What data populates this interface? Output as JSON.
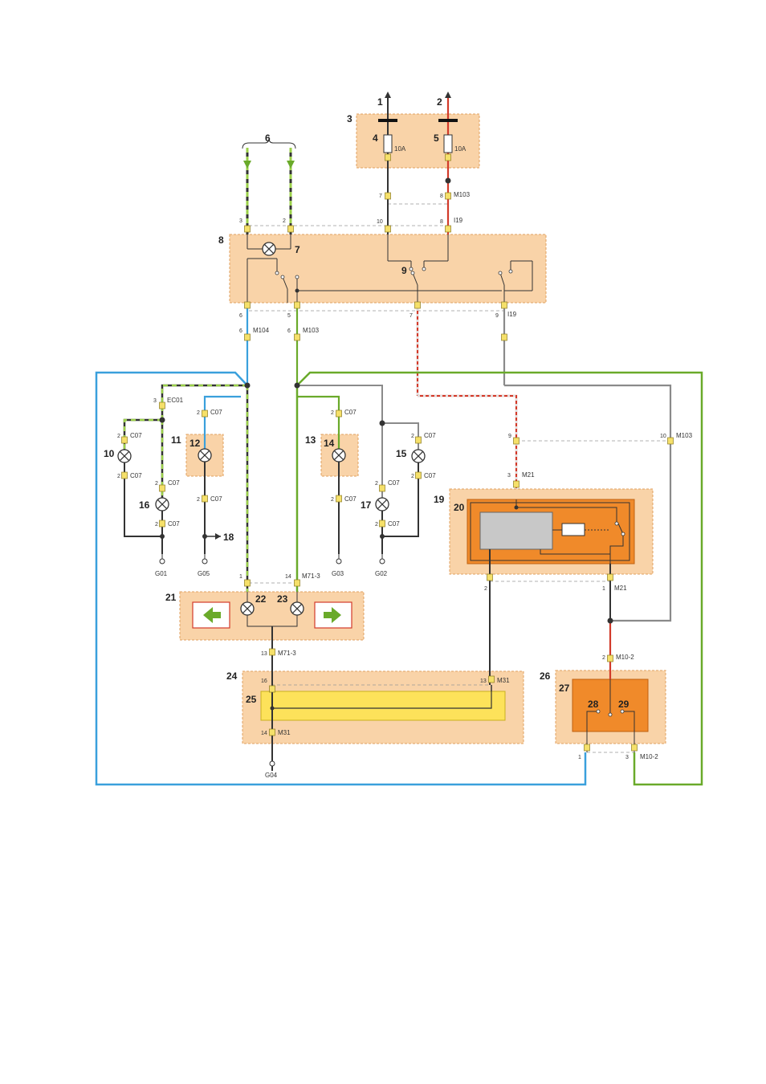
{
  "numbers": {
    "n1": "1",
    "n2": "2",
    "n3": "3",
    "n4": "4",
    "n5": "5",
    "n6": "6",
    "n7": "7",
    "n8": "8",
    "n9": "9",
    "n10": "10",
    "n11": "11",
    "n12": "12",
    "n13": "13",
    "n14": "14",
    "n15": "15",
    "n16": "16",
    "n17": "17",
    "n18": "18",
    "n19": "19",
    "n20": "20",
    "n21": "21",
    "n22": "22",
    "n23": "23",
    "n24": "24",
    "n25": "25",
    "n26": "26",
    "n27": "27",
    "n28": "28",
    "n29": "29"
  },
  "fuses": {
    "f4": "10A",
    "f5": "10A"
  },
  "connectors": {
    "m103": "M103",
    "i19": "I19",
    "m104": "M104",
    "ec01": "EC01",
    "c07": "C07",
    "m21": "M21",
    "m71_3": "M71-3",
    "m31": "M31",
    "m10_2": "M10-2"
  },
  "grounds": {
    "g01": "G01",
    "g05": "G05",
    "g03": "G03",
    "g02": "G02",
    "g04": "G04"
  },
  "pins": {
    "p1": "1",
    "p2": "2",
    "p3": "3",
    "p5": "5",
    "p6": "6",
    "p7": "7",
    "p8": "8",
    "p9": "9",
    "p10": "10",
    "p13": "13",
    "p14": "14",
    "p16": "16"
  },
  "colors": {
    "component": "#f9d3a8",
    "component_border": "#e0a060",
    "relay": "#f08a2a",
    "panel": "#fde25a",
    "wire_blue": "#3aa0dc",
    "wire_green": "#6aaa2a",
    "wire_red": "#d23a2a",
    "wire_grey": "#8a8a8a",
    "wire_black": "#333333"
  }
}
